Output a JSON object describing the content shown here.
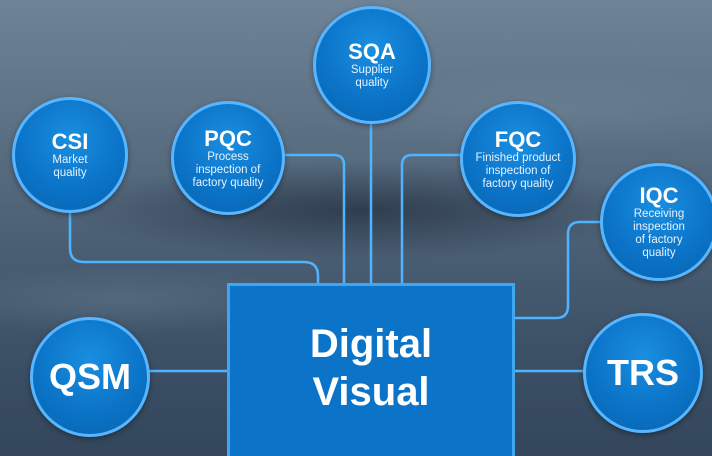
{
  "center": {
    "line1": "Digital",
    "line2": "Visual"
  },
  "nodes": {
    "sqa": {
      "abbr": "SQA",
      "desc": [
        "Supplier",
        "quality"
      ]
    },
    "csi": {
      "abbr": "CSI",
      "desc": [
        "Market",
        "quality"
      ]
    },
    "pqc": {
      "abbr": "PQC",
      "desc": [
        "Process",
        "inspection of",
        "factory quality"
      ]
    },
    "fqc": {
      "abbr": "FQC",
      "desc": [
        "Finished product",
        "inspection of",
        "factory quality"
      ]
    },
    "iqc": {
      "abbr": "IQC",
      "desc": [
        "Receiving",
        "inspection",
        "of factory",
        "quality"
      ]
    },
    "qsm": {
      "abbr": "QSM"
    },
    "trs": {
      "abbr": "TRS"
    }
  },
  "colors": {
    "node_fill": "#0b74c8",
    "line": "#4fb3ff",
    "node_border": "#57b6ff"
  }
}
